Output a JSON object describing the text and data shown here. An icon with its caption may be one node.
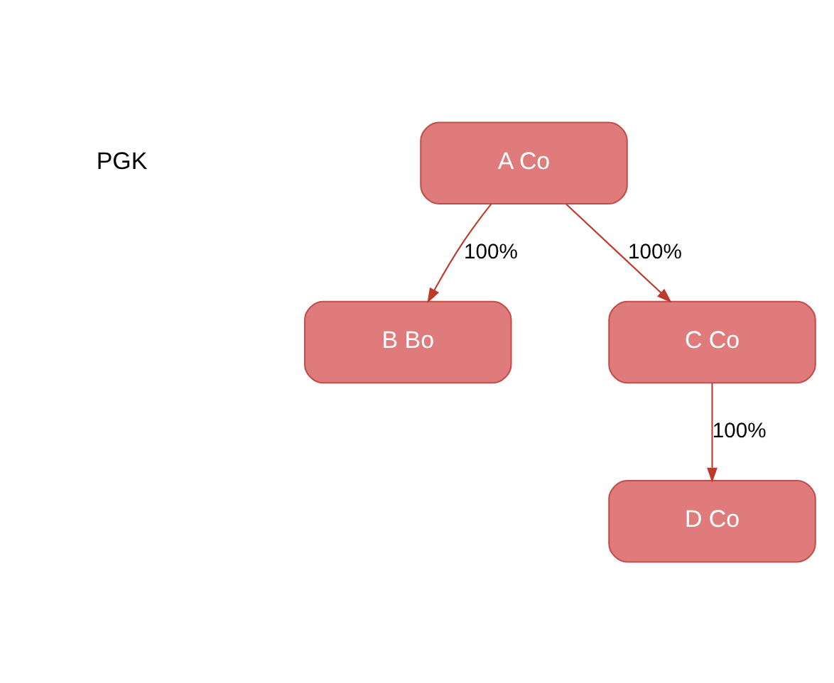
{
  "diagram": {
    "nodes": [
      {
        "text": [
          "A Co"
        ]
      },
      {
        "text": [
          "B Bo"
        ]
      },
      {
        "text": [
          "C Co"
        ]
      },
      {
        "text": [
          "D Co"
        ]
      }
    ],
    "edges": [
      {
        "from": 0,
        "to": 1,
        "arrow": "to",
        "label": "100%"
      },
      {
        "from": 0,
        "to": 2,
        "arrow": "to",
        "label": "100%"
      },
      {
        "from": 2,
        "to": 3,
        "arrow": "to",
        "label": "100%"
      }
    ],
    "labels": [
      "PGK"
    ]
  }
}
